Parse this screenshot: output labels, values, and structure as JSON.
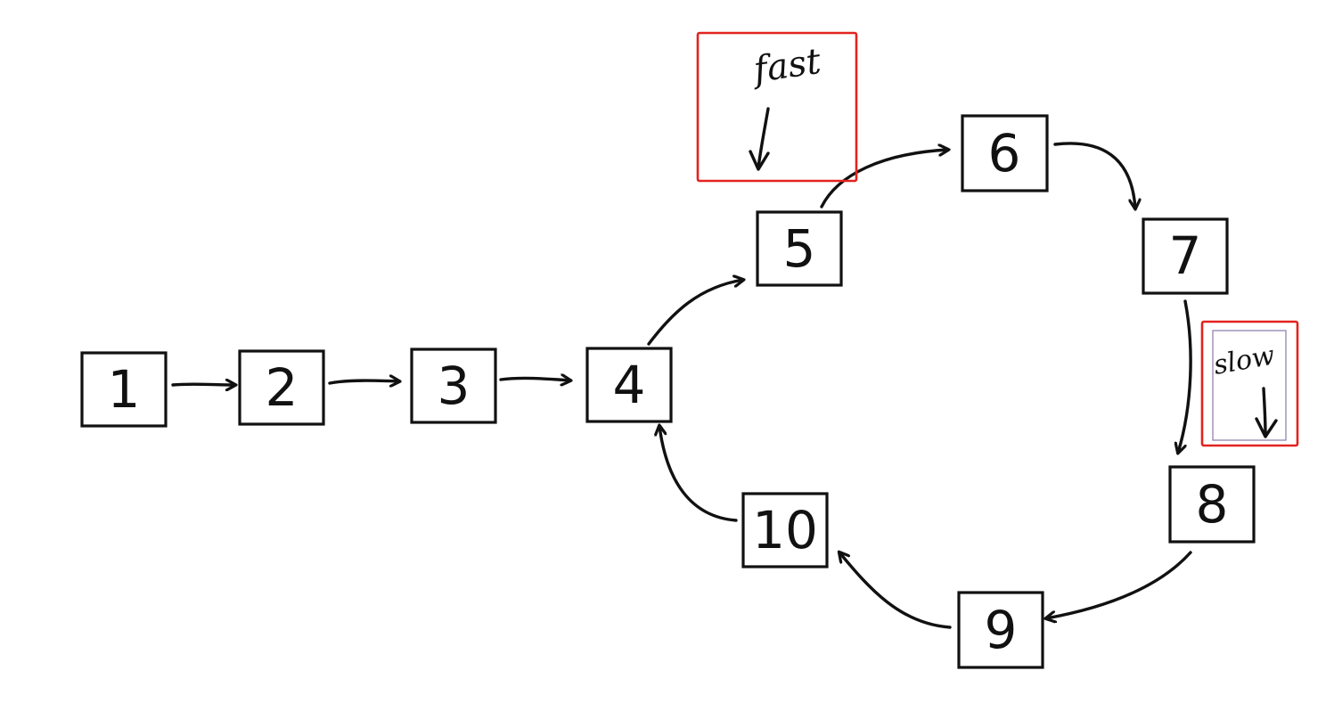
{
  "nodes": [
    {
      "id": "1",
      "label": "1"
    },
    {
      "id": "2",
      "label": "2"
    },
    {
      "id": "3",
      "label": "3"
    },
    {
      "id": "4",
      "label": "4"
    },
    {
      "id": "5",
      "label": "5"
    },
    {
      "id": "6",
      "label": "6"
    },
    {
      "id": "7",
      "label": "7"
    },
    {
      "id": "8",
      "label": "8"
    },
    {
      "id": "9",
      "label": "9"
    },
    {
      "id": "10",
      "label": "10"
    }
  ],
  "edges": [
    {
      "from": "1",
      "to": "2"
    },
    {
      "from": "2",
      "to": "3"
    },
    {
      "from": "3",
      "to": "4"
    },
    {
      "from": "4",
      "to": "5"
    },
    {
      "from": "5",
      "to": "6"
    },
    {
      "from": "6",
      "to": "7"
    },
    {
      "from": "7",
      "to": "8"
    },
    {
      "from": "8",
      "to": "9"
    },
    {
      "from": "9",
      "to": "10"
    },
    {
      "from": "10",
      "to": "4"
    }
  ],
  "pointers": {
    "fast": {
      "label": "fast",
      "points_to": "5",
      "highlight_color": "#e3231f"
    },
    "slow": {
      "label": "slow",
      "points_to": "8",
      "highlight_color": "#e3231f"
    }
  },
  "colors": {
    "ink": "#111111",
    "highlight": "#e3231f",
    "background": "#ffffff"
  }
}
